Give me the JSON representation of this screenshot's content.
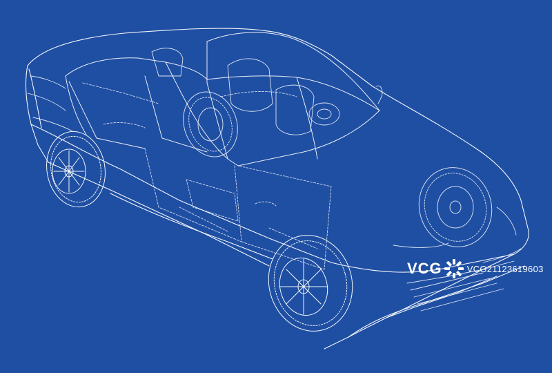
{
  "image": {
    "subject": "Wireframe blueprint of a sports sedan car with visible wheels, seats and steering wheel",
    "background_color": "#1f4fa3",
    "line_color": "#ffffff"
  },
  "watermark": {
    "logo_text": "VCG",
    "id_text": "VCG21123619603",
    "icon": "starburst-icon"
  }
}
